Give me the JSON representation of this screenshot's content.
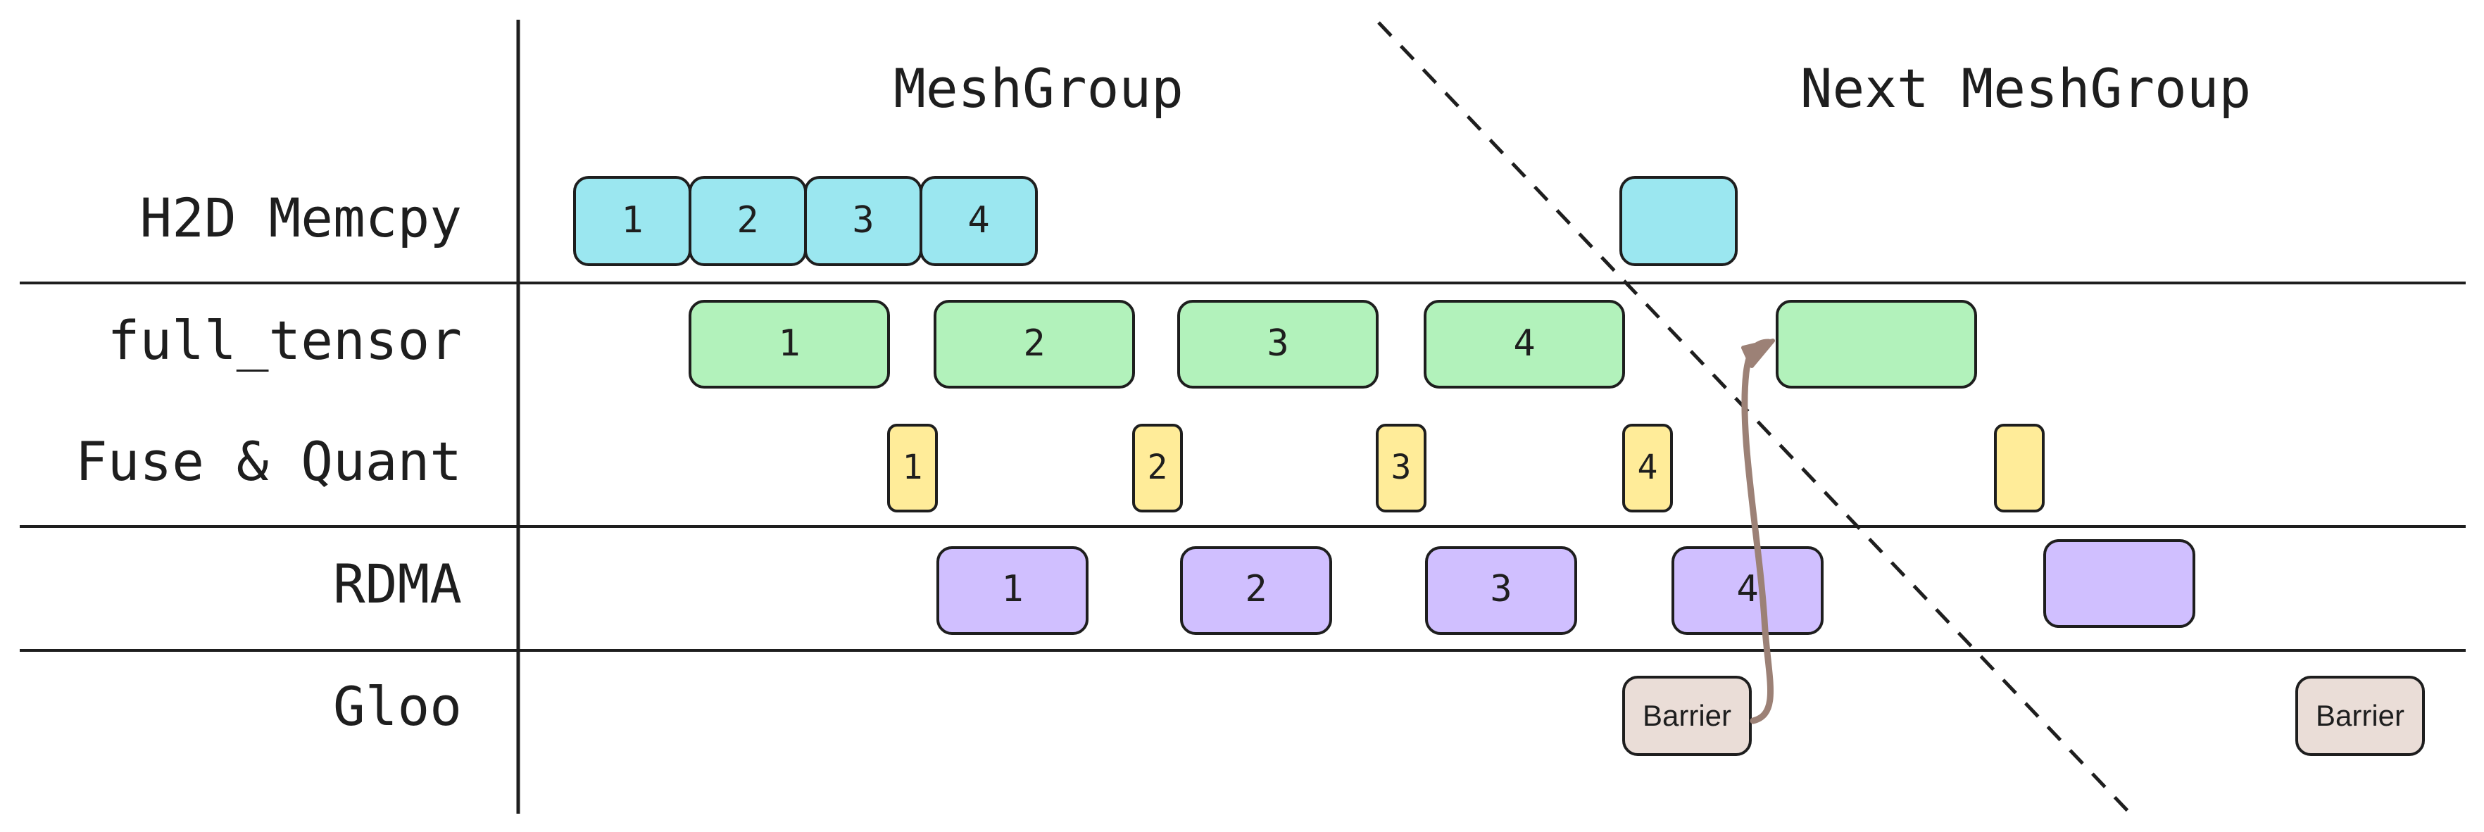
{
  "headers": {
    "left": "MeshGroup",
    "right": "Next MeshGroup"
  },
  "rows": [
    {
      "id": "h2d",
      "label": "H2D Memcpy"
    },
    {
      "id": "full_tensor",
      "label": "full_tensor"
    },
    {
      "id": "fuse",
      "label": "Fuse & Quant"
    },
    {
      "id": "rdma",
      "label": "RDMA"
    },
    {
      "id": "gloo",
      "label": "Gloo"
    }
  ],
  "blocks": {
    "h2d": [
      "1",
      "2",
      "3",
      "4",
      ""
    ],
    "full_tensor": [
      "1",
      "2",
      "3",
      "4",
      ""
    ],
    "fuse": [
      "1",
      "2",
      "3",
      "4",
      ""
    ],
    "rdma": [
      "1",
      "2",
      "3",
      "4",
      ""
    ],
    "gloo": [
      "Barrier",
      "Barrier"
    ]
  },
  "colors": {
    "h2d_fill": "#9be7f0",
    "full_tensor_fill": "#b2f2bb",
    "fuse_fill": "#ffec99",
    "rdma_fill": "#d0bfff",
    "gloo_fill": "#eaddd7",
    "stroke": "#1e1e1e",
    "arrow": "#9c8176"
  }
}
